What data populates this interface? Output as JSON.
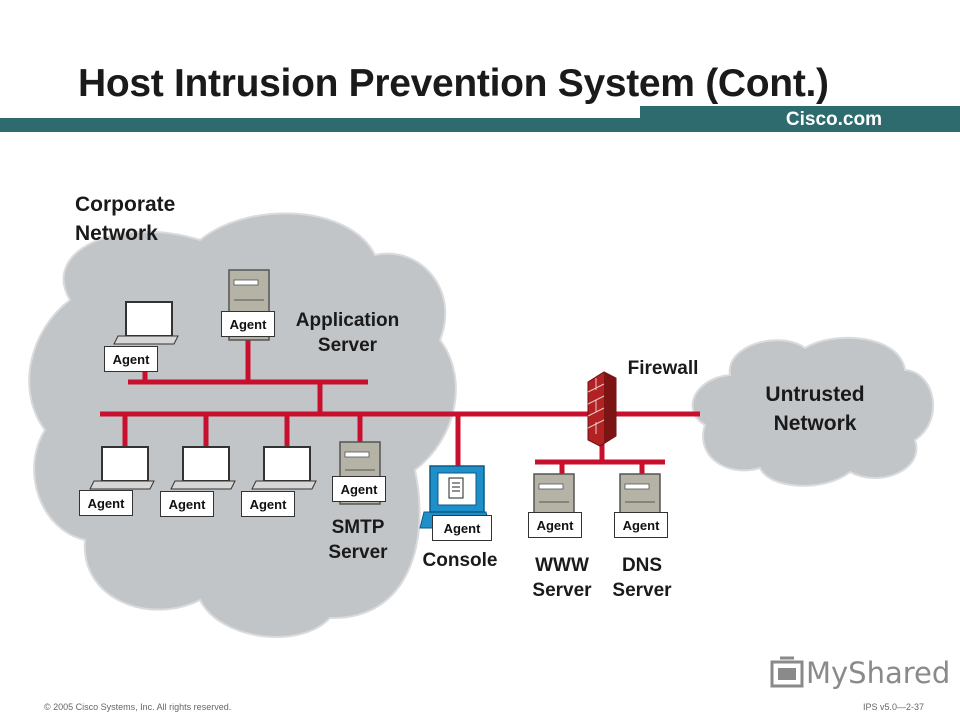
{
  "title": "Host Intrusion Prevention System (Cont.)",
  "brand": "Cisco.com",
  "labels": {
    "corporate_network": "Corporate\nNetwork",
    "untrusted_network": "Untrusted\nNetwork",
    "application_server": "Application\nServer",
    "smtp_server": "SMTP\nServer",
    "console": "Console",
    "www_server": "WWW\nServer",
    "dns_server": "DNS\nServer",
    "firewall": "Firewall"
  },
  "agent_label": "Agent",
  "footer": {
    "copyright": "© 2005 Cisco Systems, Inc. All rights reserved.",
    "slide_ref": "IPS v5.0—2-37"
  },
  "watermark": "MyShared",
  "colors": {
    "network_line": "#c8102e",
    "cloud_fill": "#c2c5c8",
    "header_band": "#2d6b6e",
    "firewall_brick": "#b22222"
  }
}
